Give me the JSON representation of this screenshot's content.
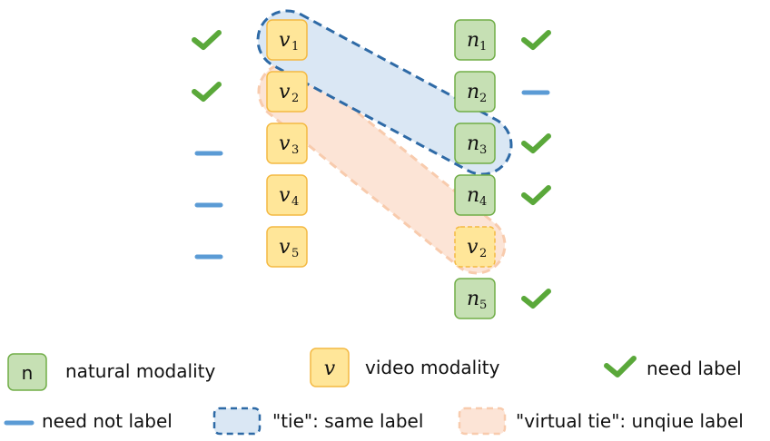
{
  "colors": {
    "natural_fill": "#c6e0b4",
    "natural_stroke": "#70ad47",
    "video_fill": "#ffe699",
    "video_stroke": "#f4b942",
    "check": "#5aa83a",
    "dash": "#5b9bd5",
    "tie_fill": "#dae7f4",
    "tie_stroke": "#2e6aa6",
    "virtual_fill": "#fce4d6",
    "virtual_stroke": "#f8cbad"
  },
  "video_nodes": [
    {
      "letter": "v",
      "sub": "1",
      "status": "check"
    },
    {
      "letter": "v",
      "sub": "2",
      "status": "check"
    },
    {
      "letter": "v",
      "sub": "3",
      "status": "dash"
    },
    {
      "letter": "v",
      "sub": "4",
      "status": "dash"
    },
    {
      "letter": "v",
      "sub": "5",
      "status": "dash"
    }
  ],
  "natural_nodes": [
    {
      "letter": "n",
      "sub": "1",
      "status": "check",
      "type": "natural"
    },
    {
      "letter": "n",
      "sub": "2",
      "status": "dash",
      "type": "natural"
    },
    {
      "letter": "n",
      "sub": "3",
      "status": "check",
      "type": "natural"
    },
    {
      "letter": "n",
      "sub": "4",
      "status": "check",
      "type": "natural"
    },
    {
      "letter": "v",
      "sub": "2",
      "status": "none",
      "type": "virtual-video"
    },
    {
      "letter": "n",
      "sub": "5",
      "status": "check",
      "type": "natural"
    }
  ],
  "legend": {
    "natural_symbol": "n",
    "natural_label": "natural modality",
    "video_symbol": "v",
    "video_label": "video modality",
    "check_label": "need label",
    "dash_label": "need not label",
    "tie_label": "\"tie\": same label",
    "virtual_tie_label": "\"virtual tie\": unqiue label"
  }
}
